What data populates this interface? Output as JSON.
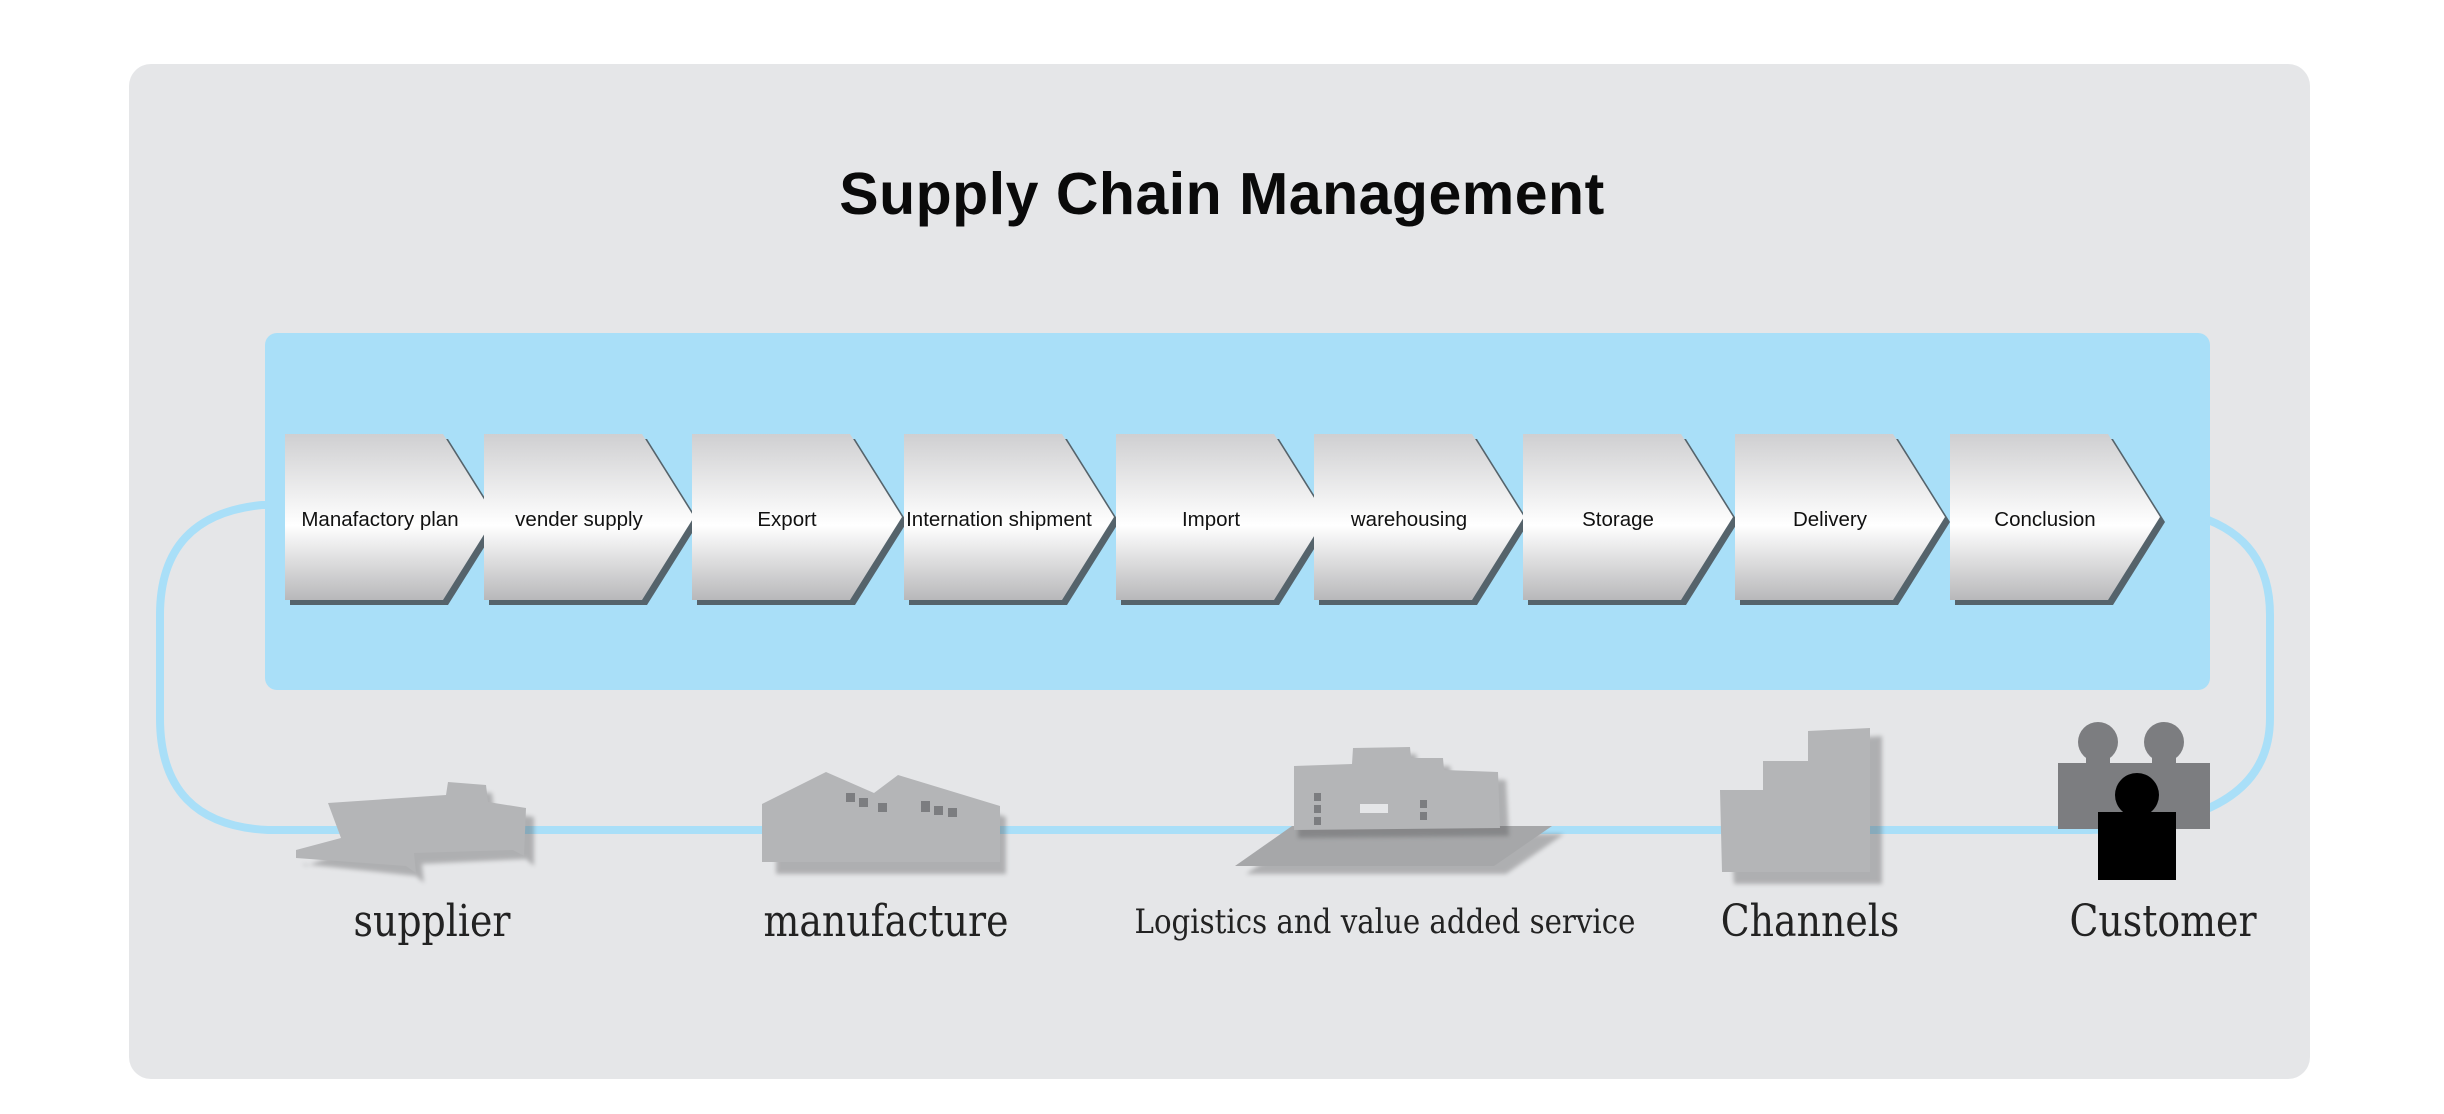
{
  "title": "Supply Chain Management",
  "steps": [
    "Manafactory plan",
    "vender supply",
    "Export",
    "Internation shipment",
    "Import",
    "warehousing",
    "Storage",
    "Delivery",
    "Conclusion"
  ],
  "entities": [
    {
      "label": "supplier",
      "icon": "cargo-plane-icon"
    },
    {
      "label": "manufacture",
      "icon": "factory-icon"
    },
    {
      "label": "Logistics and value added service",
      "icon": "ship-icon"
    },
    {
      "label": "Channels",
      "icon": "store-building-icon"
    },
    {
      "label": "Customer",
      "icon": "people-icon"
    }
  ],
  "colors": {
    "panel": "#e5e6e8",
    "band": "#a9dff8",
    "loop_line": "#a9dff8",
    "icon_gray": "#b4b5b7",
    "icon_dark": "#7c7d80",
    "icon_black": "#000000"
  }
}
